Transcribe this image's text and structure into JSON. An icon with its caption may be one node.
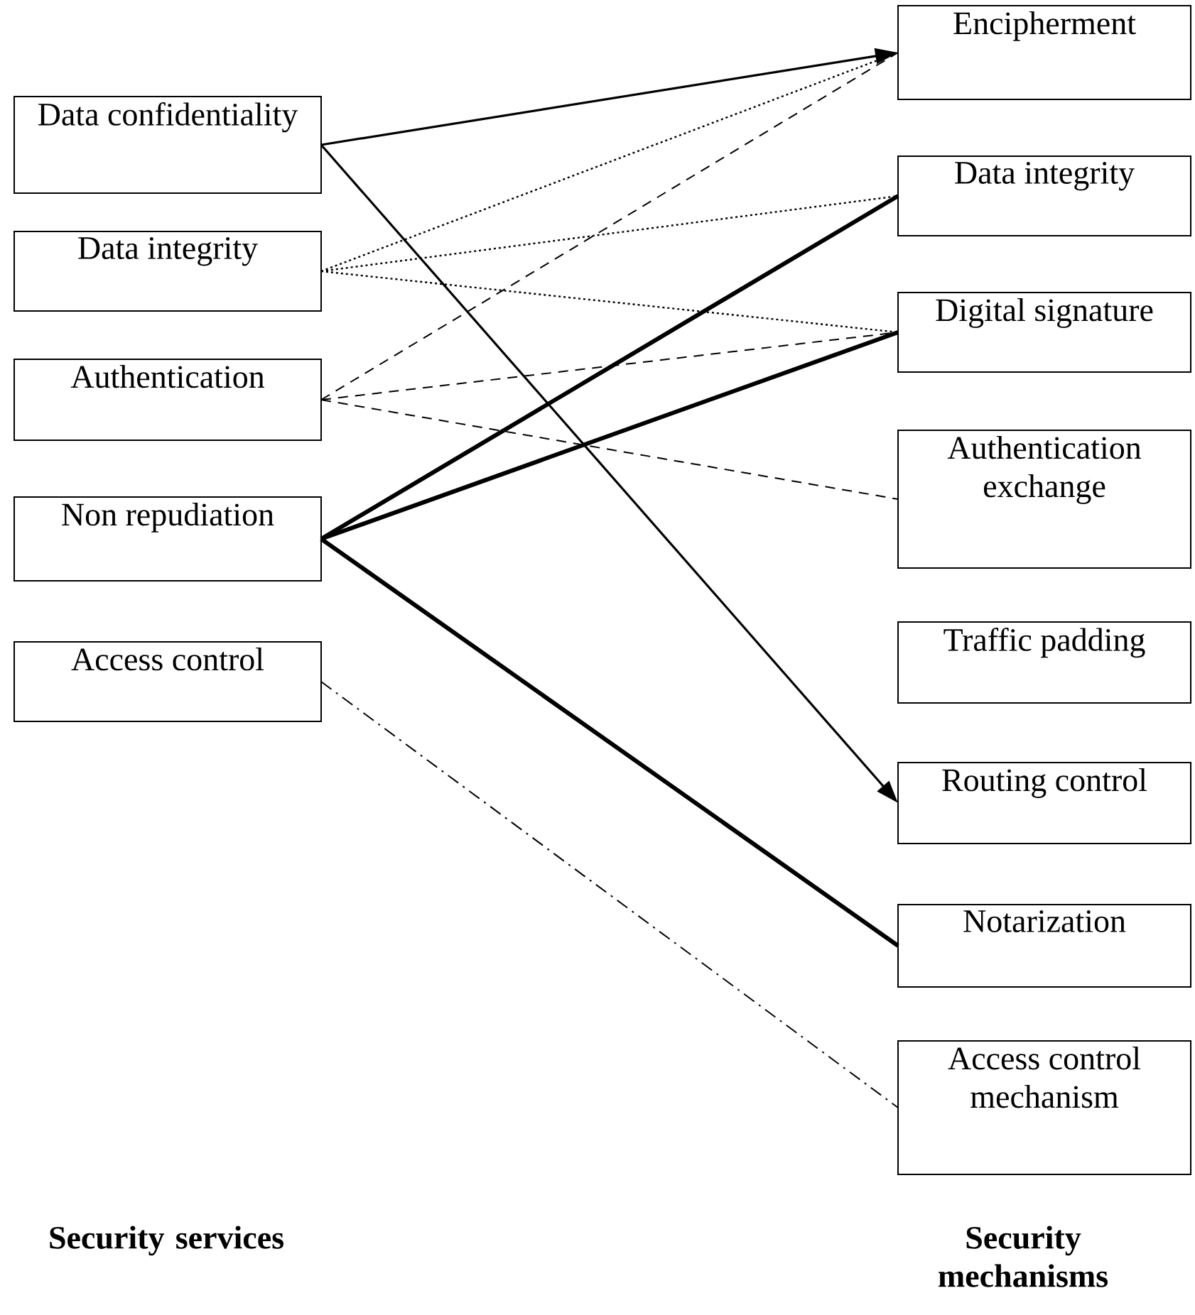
{
  "diagram": {
    "nodes": [
      {
        "text": [
          "Data confidentiality"
        ]
      },
      {
        "text": [
          "Data integrity"
        ]
      },
      {
        "text": [
          "Authentication"
        ]
      },
      {
        "text": [
          "Non repudiation"
        ]
      },
      {
        "text": [
          "Access control"
        ]
      },
      {
        "text": [
          "Encipherment"
        ]
      },
      {
        "text": [
          "Data integrity"
        ]
      },
      {
        "text": [
          "Digital signature"
        ]
      },
      {
        "text": [
          "Authentication exchange"
        ]
      },
      {
        "text": [
          "Traffic padding"
        ]
      },
      {
        "text": [
          "Routing control"
        ]
      },
      {
        "text": [
          "Notarization"
        ]
      },
      {
        "text": [
          "Access control mechanism"
        ]
      }
    ],
    "edges": [
      {
        "from": 0,
        "to": 5,
        "arrow": "to"
      },
      {
        "from": 0,
        "to": 10,
        "arrow": "to"
      },
      {
        "from": 1,
        "to": 5,
        "arrow": "none",
        "style": "dashed"
      },
      {
        "from": 1,
        "to": 6,
        "arrow": "none",
        "style": "dashed"
      },
      {
        "from": 1,
        "to": 7,
        "arrow": "none",
        "style": "dashed"
      },
      {
        "from": 2,
        "to": 5,
        "arrow": "none",
        "style": "dashed"
      },
      {
        "from": 2,
        "to": 7,
        "arrow": "none",
        "style": "dashed"
      },
      {
        "from": 2,
        "to": 8,
        "arrow": "none",
        "style": "dashed"
      },
      {
        "from": 3,
        "to": 6,
        "arrow": "none",
        "style": "thick"
      },
      {
        "from": 3,
        "to": 7,
        "arrow": "none",
        "style": "thick"
      },
      {
        "from": 3,
        "to": 11,
        "arrow": "none",
        "style": "thick"
      },
      {
        "from": 4,
        "to": 12,
        "arrow": "none",
        "style": "dashed"
      }
    ],
    "labels": [
      "Security services",
      "Security mechanisms"
    ]
  }
}
